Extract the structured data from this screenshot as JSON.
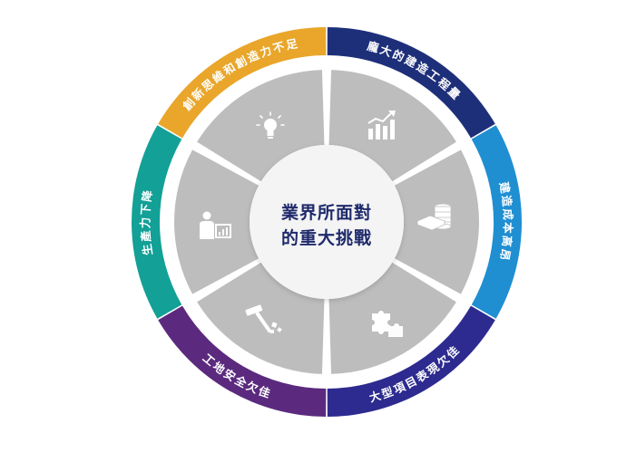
{
  "center": {
    "line1": "業界所面對",
    "line2": "的重大挑戰"
  },
  "segments": [
    {
      "label": "龐大的建造工程量",
      "color": "#1e2f7a",
      "icon": "bar-chart-icon"
    },
    {
      "label": "建造成本高昂",
      "color": "#1f8fd2",
      "icon": "coin-stacks-icon"
    },
    {
      "label": "大型項目表現欠佳",
      "color": "#2d2b8f",
      "icon": "puzzle-icon"
    },
    {
      "label": "工地安全欠佳",
      "color": "#5b2a7e",
      "icon": "hammer-icon"
    },
    {
      "label": "生產力下降",
      "color": "#13a096",
      "icon": "presenter-icon"
    },
    {
      "label": "創新思維和創造力不足",
      "color": "#e9a62a",
      "icon": "lightbulb-icon"
    }
  ],
  "colors": {
    "inner_segment": "#bdbdbd",
    "divider": "#ffffff",
    "center_fill": "#f4f4f4",
    "center_text": "#1f2a6b",
    "icon": "#ffffff"
  }
}
